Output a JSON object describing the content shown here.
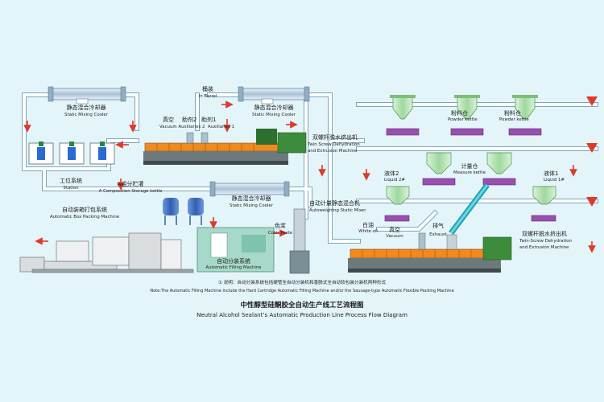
{
  "colors": {
    "background": "#e4f5fa",
    "pipe": "#ffffff",
    "pipe_outline": "#7aa7b8",
    "cooler": "#bcd4e6",
    "hopper": "#b8e6b8",
    "hopper_dark": "#7bbf7b",
    "pump": "#9a4fb0",
    "extruder_heater": "#f08a1e",
    "extruder_frame": "#5a6a6e",
    "motor": "#3c8c3c",
    "kettle_blue": "#3f6fc0",
    "arrow_red": "#e0392b",
    "packing_gray": "#c9ced2",
    "filling_green": "#a6d9c9"
  },
  "labels": {
    "cooler_left_zh": "静态混合冷却器",
    "cooler_left_en": "Static Mixing Cooler",
    "barrel_zh": "桶装",
    "barrel_en": "In Barrel",
    "cooler_top_zh": "静态混合冷却器",
    "cooler_top_en": "Static Mixing Cooler",
    "vacuum_zh": "真空",
    "aux2_zh": "助剂2",
    "aux1_zh": "助剂1",
    "vacuum_aux_en": "Vacuum Auxiliaries 2",
    "aux1_en": "Auxiliaries 1",
    "twin_screw_top_zh": "双螺杆脱水挤出机",
    "twin_screw_top_en1": "Twin Screw Dehydration",
    "twin_screw_top_en2": "and Extrusion Machine",
    "station_zh": "工位系统",
    "station_en": "Station",
    "storage_zh": "A组分贮灌",
    "storage_en": "A Composition Storage kettle",
    "cooler_mid_zh": "静态混合冷却器",
    "cooler_mid_en": "Static Mixing Cooler",
    "autoweigh_zh": "自动计量静态混合机",
    "autoweigh_en": "Autoweighing Static Mixer",
    "box_packing_zh": "自动装箱打包系统",
    "box_packing_en": "Automatic Box Packing Machine",
    "color_paste_zh": "色浆",
    "color_paste_en": "Color Paste",
    "filling_zh": "自动分装系统",
    "filling_en": "Automatic Filling Machine",
    "powder1_zh": "粉料仓",
    "powder1_en": "Powder kettle",
    "powder2_zh": "粉料仓",
    "powder2_en": "Powder kettle",
    "measure_zh": "计量仓",
    "measure_en": "Measure kettle",
    "liquid2_zh": "液体2",
    "liquid2_en": "Liquid 2#",
    "liquid1_zh": "液体1",
    "liquid1_en": "Liquid 1#",
    "white_oil_zh": "白油",
    "white_oil_en": "White oil",
    "vacuum_right_zh": "真空",
    "vacuum_right_en": "Vacuum",
    "exhaust_zh": "排气",
    "exhaust_en": "Exhaust",
    "twin_screw_right_zh": "双螺杆脱水挤出机",
    "twin_screw_right_en1": "Twin-Screw Dehydration",
    "twin_screw_right_en2": "and Extrusion Machine"
  },
  "note": {
    "zh": "① 说明：自动分装系统包括硬管全自动分装机和香肠式全自动软包装分装机两种形式",
    "en": "Note:The Automatic Filling Machine include the Hard Cartridge Automatic Filling Machine and/or the Sausage-type Automatic Flexible Packing Machine"
  },
  "title": {
    "zh": "中性醇型硅酮胶全自动生产线工艺流程图",
    "en": "Neutral Alcohol Sealant’s Automatic Production Line Process Flow Diagram"
  }
}
